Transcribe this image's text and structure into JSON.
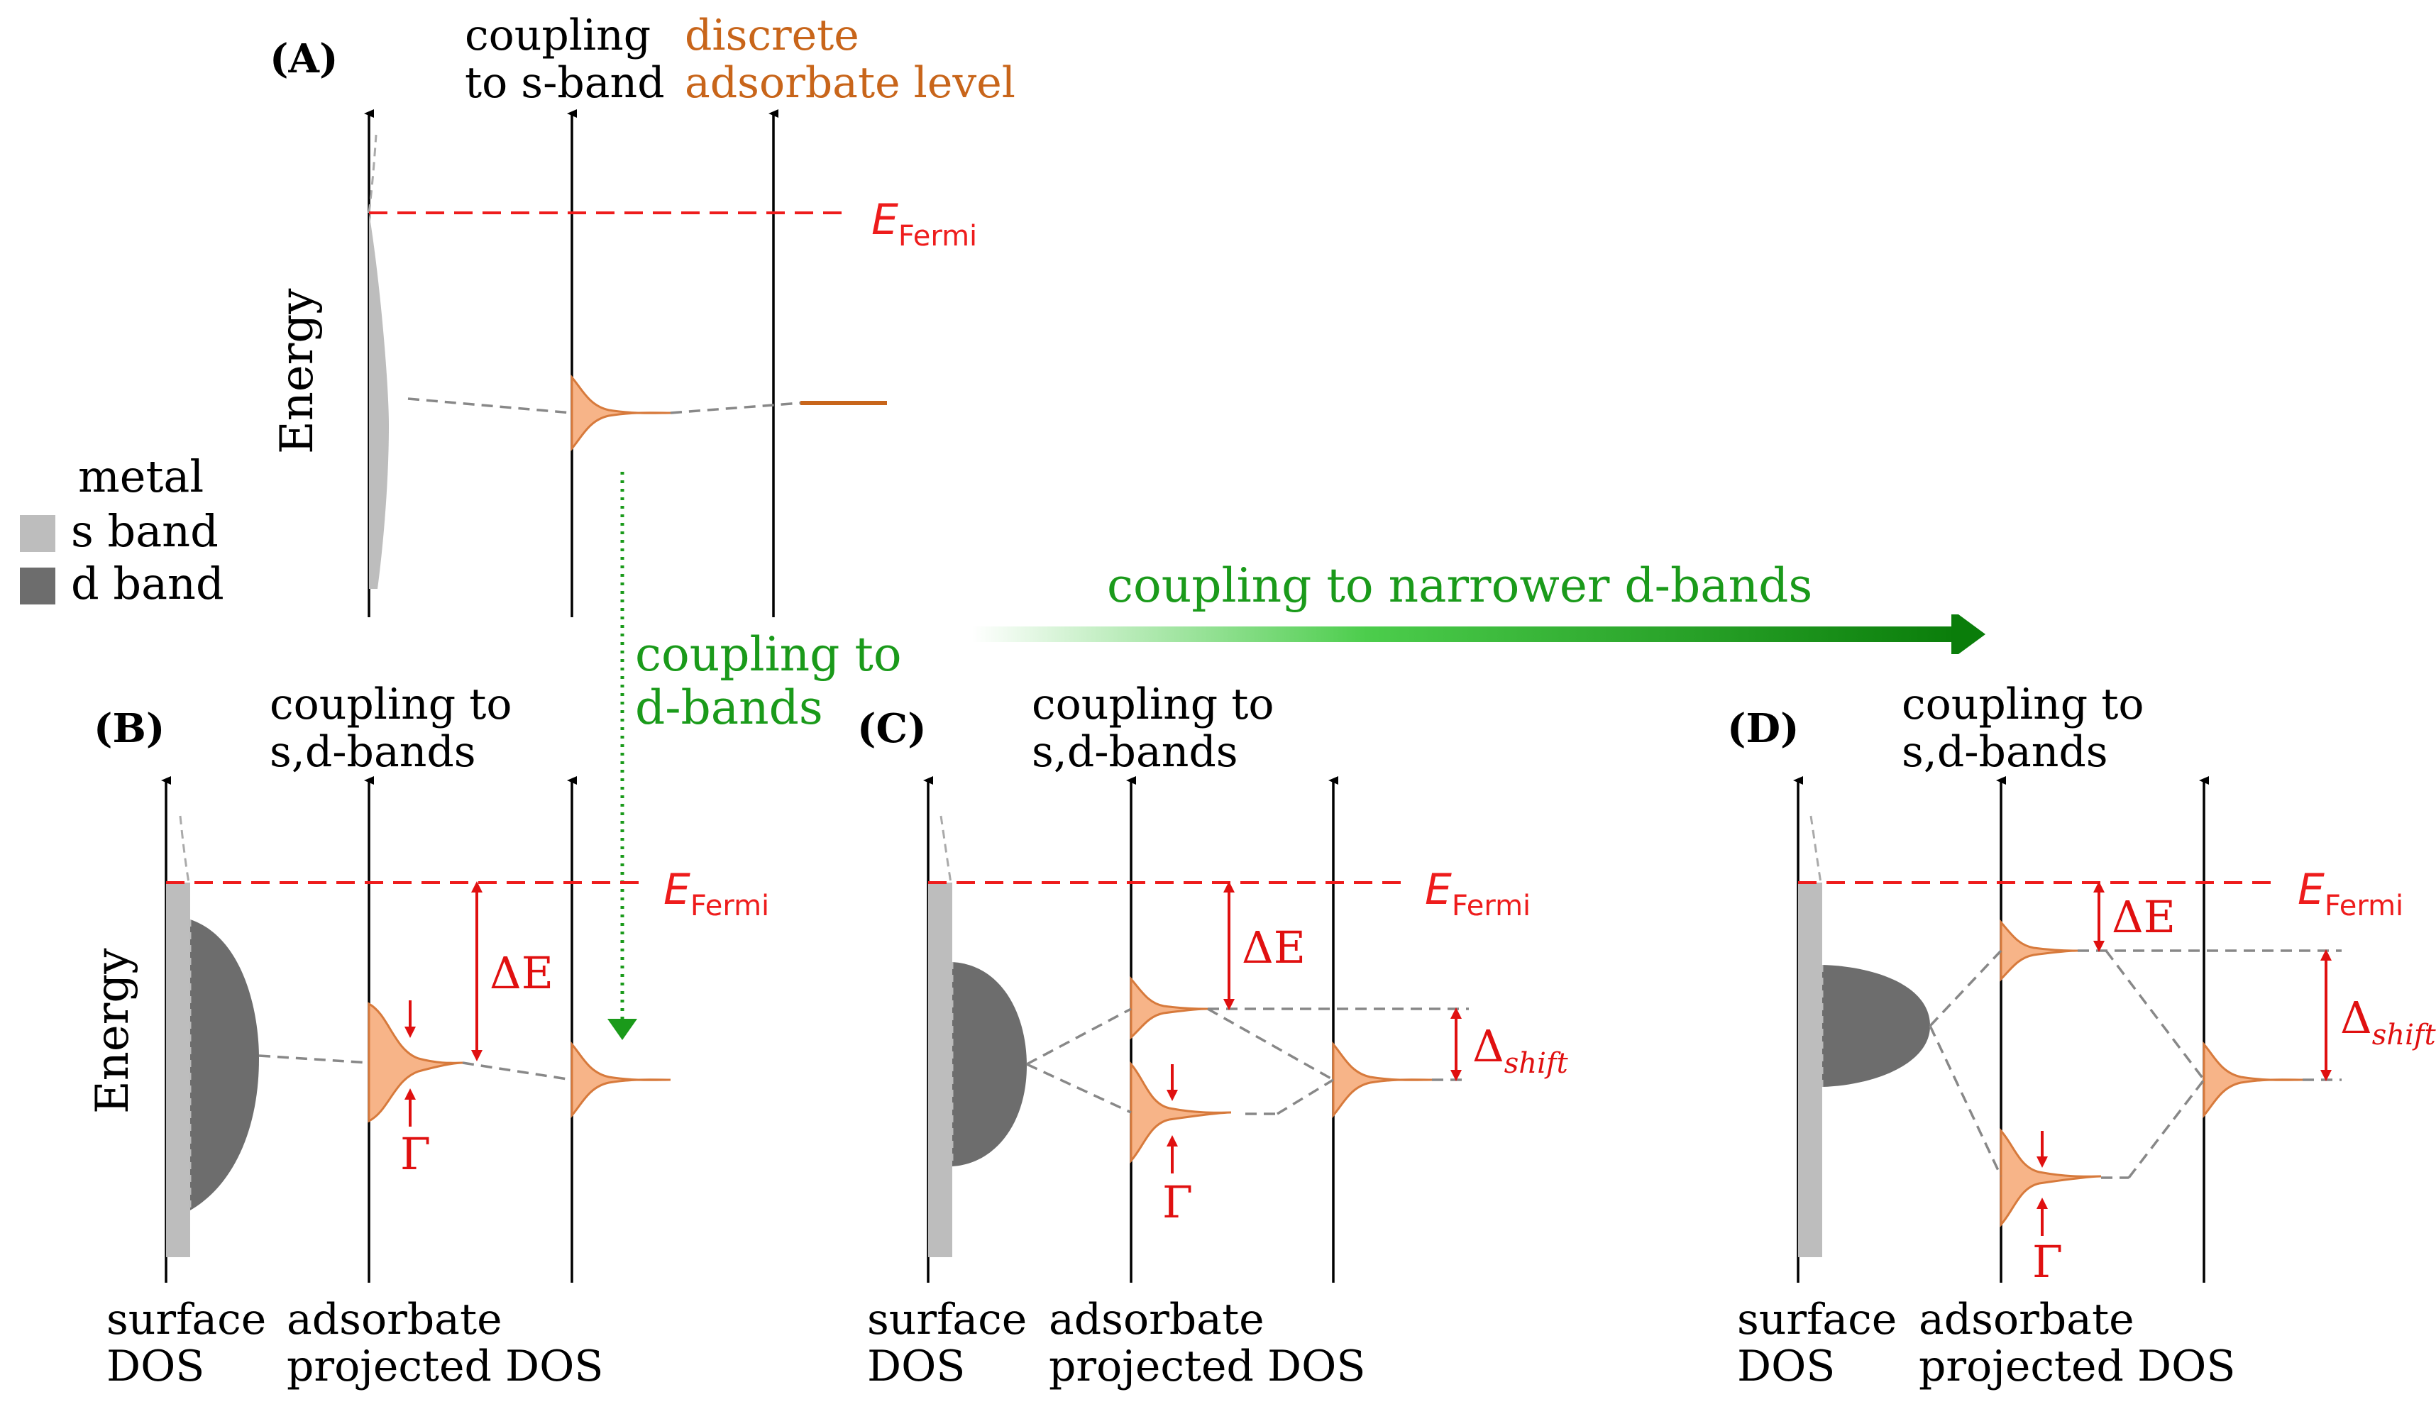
{
  "colors": {
    "fermi": "#ee1c1c",
    "accent_orange": "#c8651a",
    "peak_fill": "#f7b488",
    "peak_stroke": "#d77a3c",
    "green": "#1a9a1a",
    "green_dark": "#0a7d0a",
    "s_band": "#bdbdbd",
    "d_band": "#6d6d6d",
    "connector": "#888888",
    "red_annot": "#e01010"
  },
  "legend": {
    "title": "metal",
    "s_band": "s band",
    "d_band": "d band"
  },
  "panel_a": {
    "label": "(A)",
    "axis_label": "Energy",
    "col2_line1": "coupling",
    "col2_line2": "to s-band",
    "col3_line1": "discrete",
    "col3_line2": "adsorbate level",
    "fermi_main": "E",
    "fermi_sub": "Fermi"
  },
  "panel_b": {
    "label": "(B)",
    "axis_label": "Energy",
    "col2_line1": "coupling to",
    "col2_line2": "s,d-bands",
    "bottom1_line1": "surface",
    "bottom1_line2": "DOS",
    "bottom2_line1": "adsorbate",
    "bottom2_line2": "projected DOS",
    "fermi_main": "E",
    "fermi_sub": "Fermi",
    "delta_e": "ΔE",
    "gamma": "Γ"
  },
  "panel_c": {
    "label": "(C)",
    "col2_line1": "coupling to",
    "col2_line2": "s,d-bands",
    "bottom1_line1": "surface",
    "bottom1_line2": "DOS",
    "bottom2_line1": "adsorbate",
    "bottom2_line2": "projected DOS",
    "fermi_main": "E",
    "fermi_sub": "Fermi",
    "delta_e": "ΔE",
    "gamma": "Γ",
    "delta_shift_main": "Δ",
    "delta_shift_sub": "shift"
  },
  "panel_d": {
    "label": "(D)",
    "col2_line1": "coupling to",
    "col2_line2": "s,d-bands",
    "bottom1_line1": "surface",
    "bottom1_line2": "DOS",
    "bottom2_line1": "adsorbate",
    "bottom2_line2": "projected DOS",
    "fermi_main": "E",
    "fermi_sub": "Fermi",
    "delta_e": "ΔE",
    "gamma": "Γ",
    "delta_shift_main": "Δ",
    "delta_shift_sub": "shift"
  },
  "transitions": {
    "to_d_bands_line1": "coupling to",
    "to_d_bands_line2": "d-bands",
    "narrower_d_bands": "coupling to narrower d-bands"
  }
}
